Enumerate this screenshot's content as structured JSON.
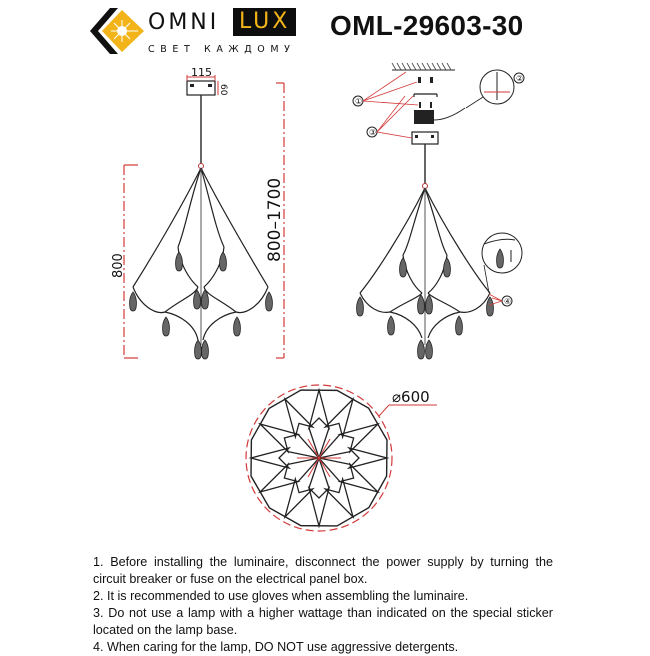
{
  "brand": {
    "name_part1": "OMNI",
    "name_part2": "LUX",
    "tagline": "СВЕТ КАЖДОМУ",
    "colors": {
      "accent": "#f2b418",
      "dark": "#0d0d0d"
    }
  },
  "model": "OML-29603-30",
  "side_view": {
    "canopy_width": "115",
    "canopy_height": "60",
    "body_height": "800",
    "total_height": "800–1700"
  },
  "install_view": {
    "callouts": [
      "①",
      "②",
      "③",
      "④"
    ]
  },
  "top_view": {
    "diameter": "⌀600"
  },
  "dimension_color": "#d23a3a",
  "instructions": [
    "1. Before installing the luminaire, disconnect the power supply by turning the circuit breaker or fuse on the electrical panel box.",
    "2. It is recommended to use gloves when assembling the luminaire.",
    "3. Do not use a lamp with a higher wattage than indicated on the special sticker located on the lamp base.",
    "4. When caring for the lamp, DO NOT use aggressive detergents."
  ]
}
